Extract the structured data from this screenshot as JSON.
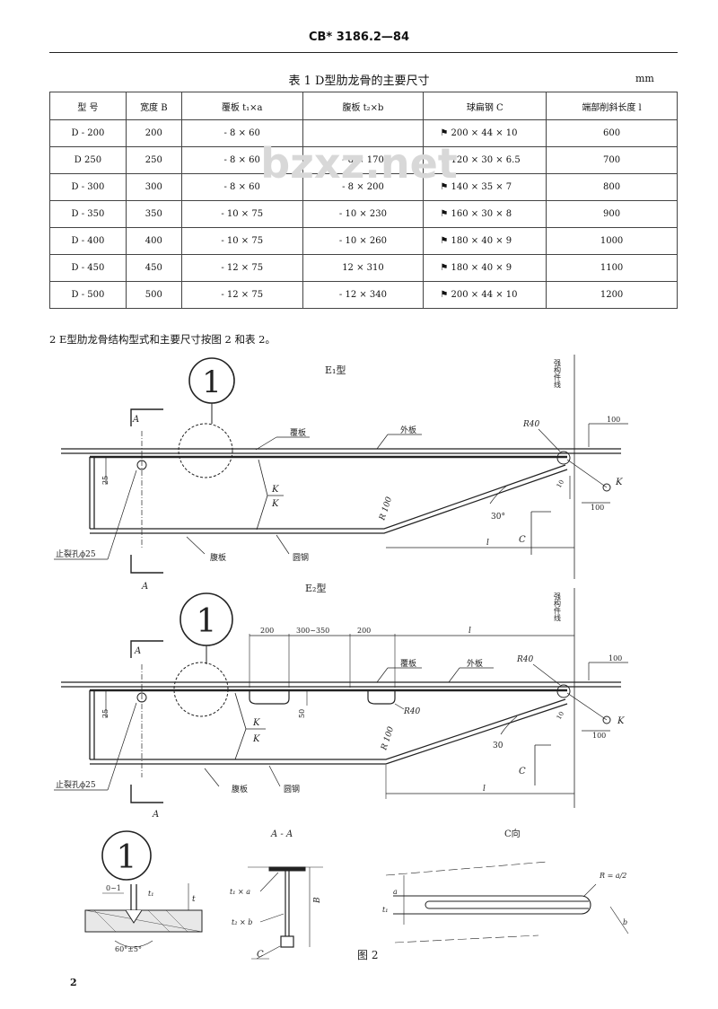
{
  "header": {
    "standard_no": "CB* 3186.2—84"
  },
  "table1": {
    "caption": "表 1   D型肋龙骨的主要尺寸",
    "unit": "mm",
    "columns": [
      "型    号",
      "宽度 B",
      "覆板 t₁×a",
      "腹板 t₂×b",
      "球扁钢 C",
      "端部削斜长度 l"
    ],
    "rows": [
      [
        "D - 200",
        "200",
        "- 8 × 60",
        "",
        "200 × 44 × 10",
        "600"
      ],
      [
        "D   250",
        "250",
        "- 8 × 60",
        "- 8 × 170",
        "120 × 30 × 6.5",
        "700"
      ],
      [
        "D - 300",
        "300",
        "- 8 × 60",
        "- 8 × 200",
        "140 × 35 × 7",
        "800"
      ],
      [
        "D - 350",
        "350",
        "- 10 × 75",
        "- 10 × 230",
        "160 × 30 × 8",
        "900"
      ],
      [
        "D - 400",
        "400",
        "- 10 × 75",
        "- 10 × 260",
        "180 × 40 × 9",
        "1000"
      ],
      [
        "D - 450",
        "450",
        "- 12 × 75",
        "12 × 310",
        "180 × 40 × 9",
        "1100"
      ],
      [
        "D - 500",
        "500",
        "- 12 × 75",
        "- 12 × 340",
        "200 × 44 × 10",
        "1200"
      ]
    ]
  },
  "clause_text": "2   E型肋龙骨结构型式和主要尺寸按图 2 和表 2。",
  "watermark": "bzxz.net",
  "figure_e1": {
    "title": "E₁型",
    "detail_no": "1",
    "section_mark": "A",
    "label_cover": "覆板",
    "label_outer": "外板",
    "label_web": "腹板",
    "label_bulb": "圆钢",
    "label_hole": "止裂孔ϕ25",
    "label_structure_line": "强构件线",
    "label_r40": "R40",
    "label_r100": "R 100",
    "label_k": "K",
    "dim_25": "25",
    "dim_100": "100",
    "dim_10": "10",
    "angle_30": "30°",
    "label_c": "C",
    "label_l": "l"
  },
  "figure_e2": {
    "title": "E₂型",
    "detail_no": "1",
    "section_mark": "A",
    "dim_200a": "200",
    "dim_300_350": "300~350",
    "dim_200b": "200",
    "label_l": "l",
    "label_cover": "覆板",
    "label_outer": "外板",
    "label_r40": "R40",
    "label_r40b": "R40",
    "label_r100": "R 100",
    "label_structure_line": "强构件线",
    "dim_100a": "100",
    "dim_100b": "100",
    "dim_25": "25",
    "dim_50": "50",
    "dim_10": "10",
    "angle_30": "30",
    "label_k": "K",
    "label_c": "C",
    "label_web": "腹板",
    "label_bulb": "圆钢",
    "label_hole": "止裂孔ϕ25"
  },
  "detail1": {
    "number": "1",
    "gap": "0~1",
    "angle": "60°±5°",
    "t_label": "t",
    "t1_label": "t₁"
  },
  "section_aa": {
    "title": "A - A",
    "cover_label": "t₁ × a",
    "web_label": "t₂ × b",
    "b_label": "B",
    "c_label": "C"
  },
  "view_c": {
    "title": "C向",
    "r_label": "R = a/2",
    "a_label": "a",
    "t_label": "t₁",
    "b_label": "b"
  },
  "figure_caption": "图  2",
  "page_number": "2"
}
